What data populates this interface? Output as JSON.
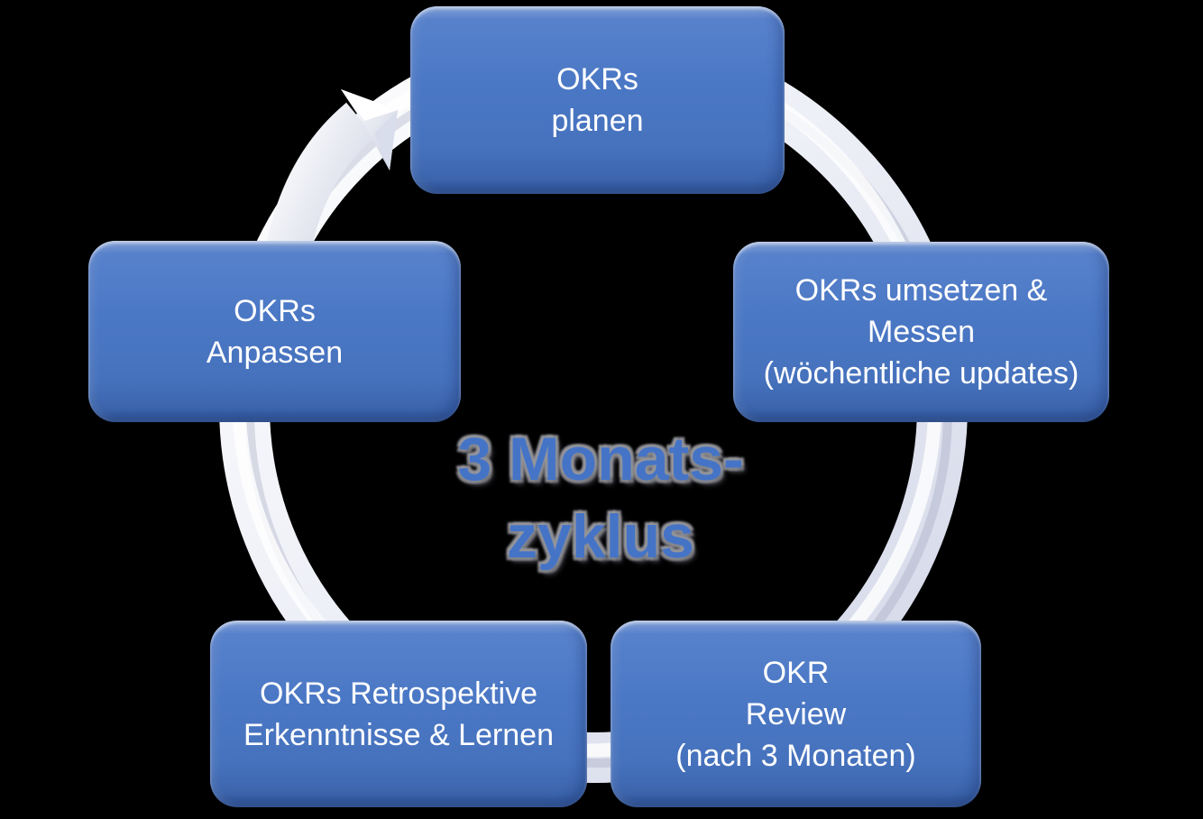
{
  "colors": {
    "background": "#000000",
    "node_fill": "#4A76C3",
    "node_fill_dark_edge": "#2F5496",
    "node_text": "#FFFFFF",
    "title_text": "#4472C4",
    "title_halo": "#8A8B91",
    "ring": "#ECEEF6",
    "ring_shade": "#D2D6E7"
  },
  "title": {
    "line1": "3 Monats-",
    "line2": "zyklus"
  },
  "nodes": [
    {
      "id": "plan",
      "lines": [
        "OKRs",
        "planen"
      ]
    },
    {
      "id": "execute",
      "lines": [
        "OKRs umsetzen &",
        "Messen",
        "(wöchentliche updates)"
      ]
    },
    {
      "id": "review",
      "lines": [
        "OKR",
        "Review",
        "(nach 3 Monaten)"
      ]
    },
    {
      "id": "retro",
      "lines": [
        "OKRs Retrospektive",
        "Erkenntnisse & Lernen"
      ]
    },
    {
      "id": "adjust",
      "lines": [
        "OKRs",
        "Anpassen"
      ]
    }
  ],
  "icons": {
    "cycle_arrow": "clockwise-cycle-arrowhead"
  }
}
